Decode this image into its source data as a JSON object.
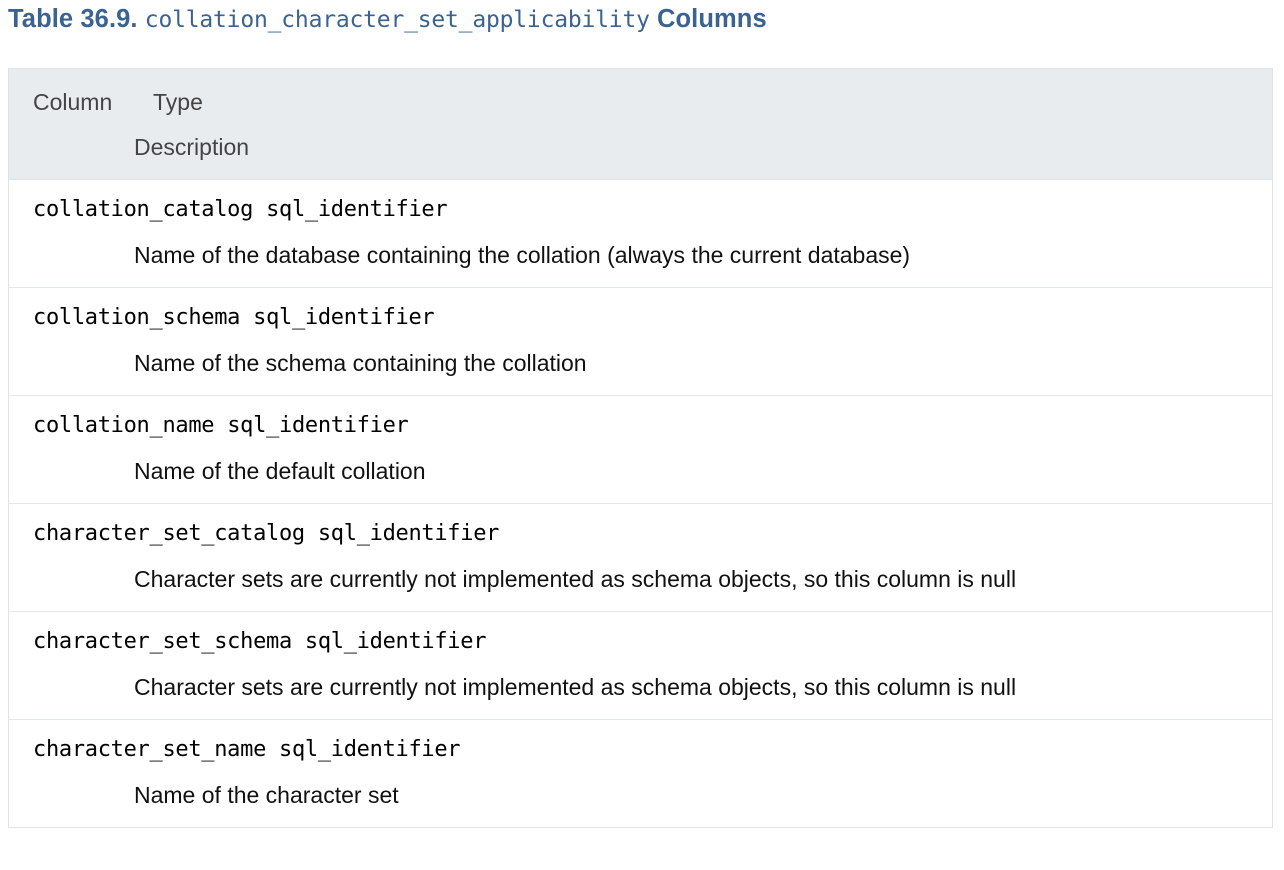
{
  "title": {
    "label": "Table 36.9.",
    "code": "collation_character_set_applicability",
    "suffix": "Columns",
    "color": "#3a6391"
  },
  "table": {
    "header": {
      "col_column": "Column",
      "col_type": "Type",
      "col_description": "Description"
    },
    "rows": [
      {
        "column": "collation_catalog",
        "type": "sql_identifier",
        "description": "Name of the database containing the collation (always the current database)"
      },
      {
        "column": "collation_schema",
        "type": "sql_identifier",
        "description": "Name of the schema containing the collation"
      },
      {
        "column": "collation_name",
        "type": "sql_identifier",
        "description": "Name of the default collation"
      },
      {
        "column": "character_set_catalog",
        "type": "sql_identifier",
        "description": "Character sets are currently not implemented as schema objects, so this column is null"
      },
      {
        "column": "character_set_schema",
        "type": "sql_identifier",
        "description": "Character sets are currently not implemented as schema objects, so this column is null"
      },
      {
        "column": "character_set_name",
        "type": "sql_identifier",
        "description": "Name of the character set"
      }
    ]
  },
  "colors": {
    "header_background": "#e9ecef",
    "border": "#dfe3e8",
    "row_divider": "#e3e6ea",
    "header_text": "#444444",
    "body_text": "#111111"
  }
}
